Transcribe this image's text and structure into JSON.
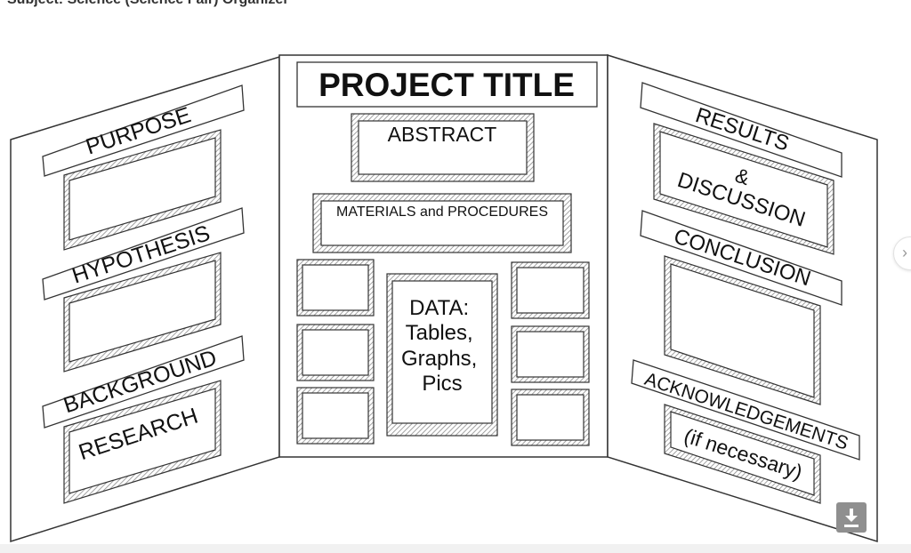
{
  "caption": "Subject: Science (Science Fair) Organizer",
  "board": {
    "title": "PROJECT TITLE",
    "left_panel": {
      "purpose": "PURPOSE",
      "hypothesis": "HYPOTHESIS",
      "background": "BACKGROUND",
      "research": "RESEARCH"
    },
    "center_panel": {
      "abstract": "ABSTRACT",
      "materials": "MATERIALS and PROCEDURES",
      "data_lines": [
        "DATA:",
        "Tables,",
        "Graphs,",
        "Pics"
      ]
    },
    "right_panel": {
      "results": "RESULTS",
      "ampersand": "&",
      "discussion": "DISCUSSION",
      "conclusion": "CONCLUSION",
      "acknowledgements": "ACKNOWLEDGEMENTS",
      "if_necessary": "(if necessary)"
    }
  },
  "controls": {
    "next_icon": "chevron-right-icon",
    "download_icon": "download-icon"
  },
  "colors": {
    "outline": "#333333",
    "hatch": "#9a9a9a",
    "download_bg": "#8f8f8f"
  }
}
